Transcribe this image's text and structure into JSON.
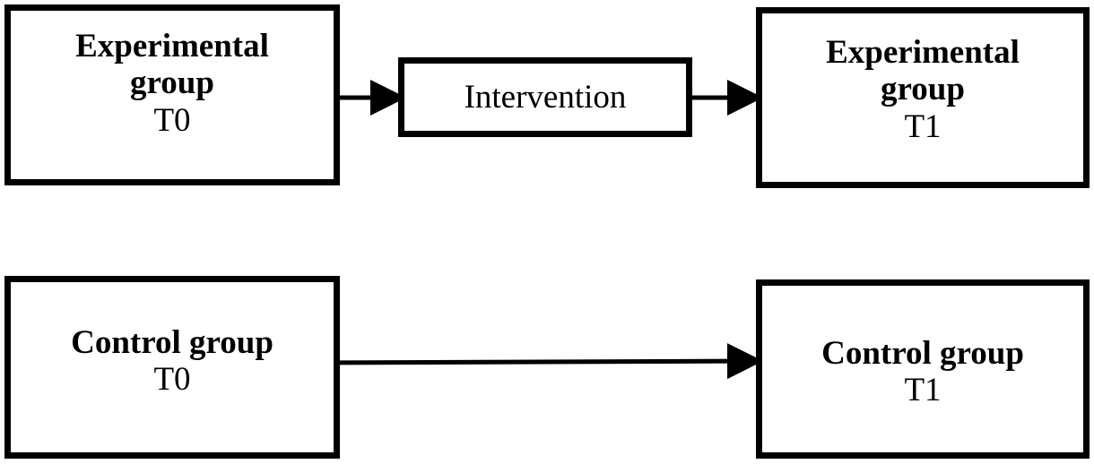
{
  "diagram": {
    "nodes": {
      "experimental_t0": {
        "title_line1": "Experimental",
        "title_line2": "group",
        "time": "T0"
      },
      "intervention": {
        "label": "Intervention"
      },
      "experimental_t1": {
        "title_line1": "Experimental",
        "title_line2": "group",
        "time": "T1"
      },
      "control_t0": {
        "title": "Control group",
        "time": "T0"
      },
      "control_t1": {
        "title": "Control group",
        "time": "T1"
      }
    },
    "edges": [
      {
        "from": "experimental_t0",
        "to": "intervention"
      },
      {
        "from": "intervention",
        "to": "experimental_t1"
      },
      {
        "from": "control_t0",
        "to": "control_t1"
      }
    ]
  }
}
